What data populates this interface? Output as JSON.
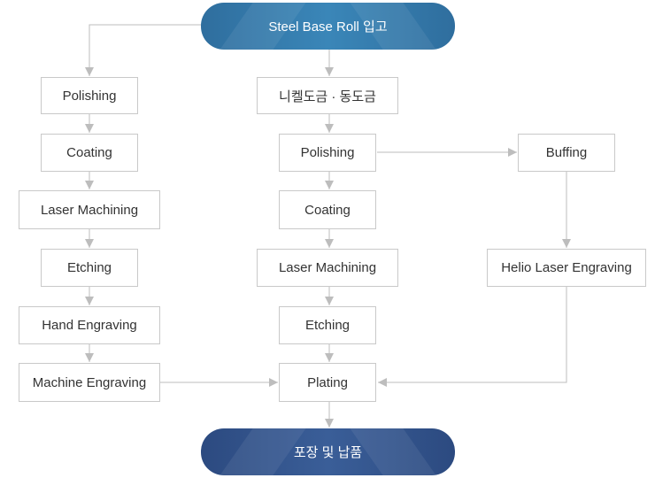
{
  "start": "Steel Base Roll 입고",
  "end": "포장 및 납품",
  "left": {
    "polishing": "Polishing",
    "coating": "Coating",
    "laser": "Laser Machining",
    "etching": "Etching",
    "hand": "Hand Engraving",
    "machine": "Machine Engraving"
  },
  "center": {
    "nickel": "니켈도금 · 동도금",
    "polishing": "Polishing",
    "coating": "Coating",
    "laser": "Laser Machining",
    "etching": "Etching",
    "plating": "Plating"
  },
  "right": {
    "buffing": "Buffing",
    "helio": "Helio Laser Engraving"
  },
  "colors": {
    "start_pill": "#3179ab",
    "end_pill": "#33528a",
    "box_border": "#c9c9c9",
    "connector": "#bdbdbd",
    "text": "#333333"
  }
}
